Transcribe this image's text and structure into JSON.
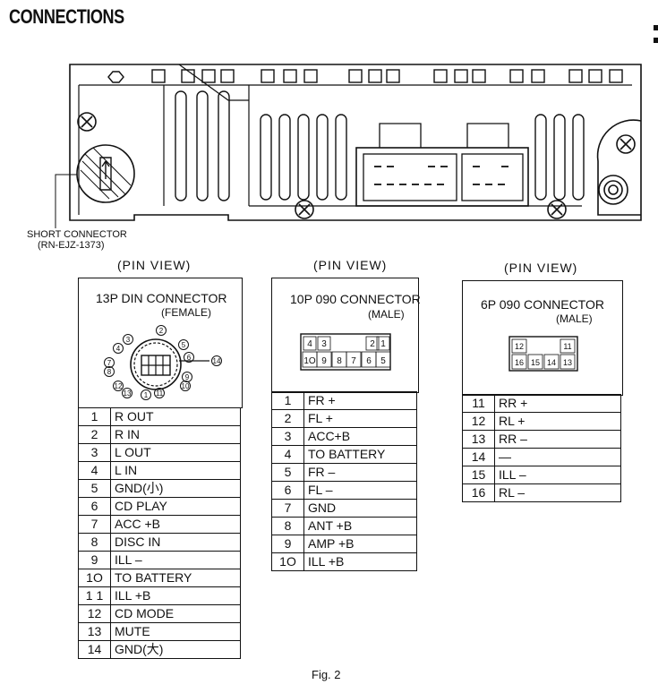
{
  "title": "CONNECTIONS",
  "short_connector": {
    "line1": "SHORT CONNECTOR",
    "line2": "(RN-EJZ-1373)"
  },
  "pin_view_label": "(PIN VIEW)",
  "din13": {
    "title": "13P DIN CONNECTOR",
    "subtitle": "(FEMALE)",
    "face_numbers": [
      "1",
      "2",
      "3",
      "4",
      "5",
      "6",
      "7",
      "8",
      "9",
      "10",
      "11",
      "12",
      "13",
      "14"
    ],
    "pins": [
      {
        "num": "1",
        "label": "R OUT"
      },
      {
        "num": "2",
        "label": "R IN"
      },
      {
        "num": "3",
        "label": "L OUT"
      },
      {
        "num": "4",
        "label": "L IN"
      },
      {
        "num": "5",
        "label": "GND(小)"
      },
      {
        "num": "6",
        "label": "CD PLAY"
      },
      {
        "num": "7",
        "label": "ACC +B"
      },
      {
        "num": "8",
        "label": "DISC IN"
      },
      {
        "num": "9",
        "label": "ILL –"
      },
      {
        "num": "1O",
        "label": "TO BATTERY"
      },
      {
        "num": "1 1",
        "label": "ILL +B"
      },
      {
        "num": "12",
        "label": "CD MODE"
      },
      {
        "num": "13",
        "label": "MUTE"
      },
      {
        "num": "14",
        "label": "GND(大)"
      }
    ]
  },
  "p10": {
    "title": "10P 090 CONNECTOR",
    "subtitle": "(MALE)",
    "face_top": [
      "4",
      "3",
      "2",
      "1"
    ],
    "face_bottom": [
      "1O",
      "9",
      "8",
      "7",
      "6",
      "5"
    ],
    "pins": [
      {
        "num": "1",
        "label": "FR +"
      },
      {
        "num": "2",
        "label": "FL +"
      },
      {
        "num": "3",
        "label": "ACC+B"
      },
      {
        "num": "4",
        "label": "TO BATTERY"
      },
      {
        "num": "5",
        "label": "FR –"
      },
      {
        "num": "6",
        "label": "FL –"
      },
      {
        "num": "7",
        "label": "GND"
      },
      {
        "num": "8",
        "label": "ANT +B"
      },
      {
        "num": "9",
        "label": "AMP +B"
      },
      {
        "num": "1O",
        "label": "ILL +B"
      }
    ]
  },
  "p6": {
    "title": "6P 090 CONNECTOR",
    "subtitle": "(MALE)",
    "face_top": [
      "12",
      "11"
    ],
    "face_bottom": [
      "16",
      "15",
      "14",
      "13"
    ],
    "pins": [
      {
        "num": "11",
        "label": "RR +"
      },
      {
        "num": "12",
        "label": "RL +"
      },
      {
        "num": "13",
        "label": "RR –"
      },
      {
        "num": "14",
        "label": "—"
      },
      {
        "num": "15",
        "label": "ILL –"
      },
      {
        "num": "16",
        "label": "RL –"
      }
    ]
  },
  "caption": "Fig. 2"
}
